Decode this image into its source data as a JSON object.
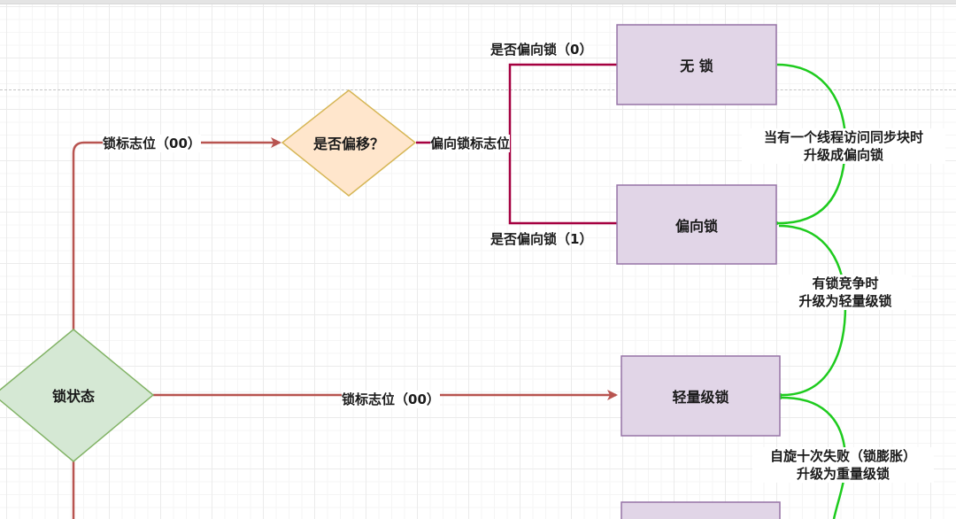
{
  "diagram": {
    "colors": {
      "edge_red": "#b85450",
      "edge_crimson": "#a50040",
      "edge_green": "#1ecb1e",
      "state_fill": "#e1d5e7",
      "state_stroke": "#9673a6",
      "decision_orange_fill": "#ffe6cc",
      "decision_orange_stroke": "#d6b656",
      "decision_green_fill": "#d5e8d4",
      "decision_green_stroke": "#82b366"
    },
    "nodes": {
      "lock_state": "锁状态",
      "is_biased": "是否偏移？",
      "no_lock": "无 锁",
      "biased_lock": "偏向锁",
      "lightweight_lock": "轻量级锁",
      "heavyweight_lock": ""
    },
    "edge_labels": {
      "lock_flag_top": "锁标志位（00）",
      "biased_flag": "偏向锁标志位",
      "is_biased_0": "是否偏向锁（0）",
      "is_biased_1": "是否偏向锁（1）",
      "lock_flag_mid": "锁标志位（00）",
      "upgrade_to_biased_line1": "当有一个线程访问同步块时",
      "upgrade_to_biased_line2": "升级成偏向锁",
      "upgrade_to_light_line1": "有锁竞争时",
      "upgrade_to_light_line2": "升级为轻量级锁",
      "upgrade_to_heavy_line1": "自旋十次失败（锁膨胀）",
      "upgrade_to_heavy_line2": "升级为重量级锁"
    }
  }
}
